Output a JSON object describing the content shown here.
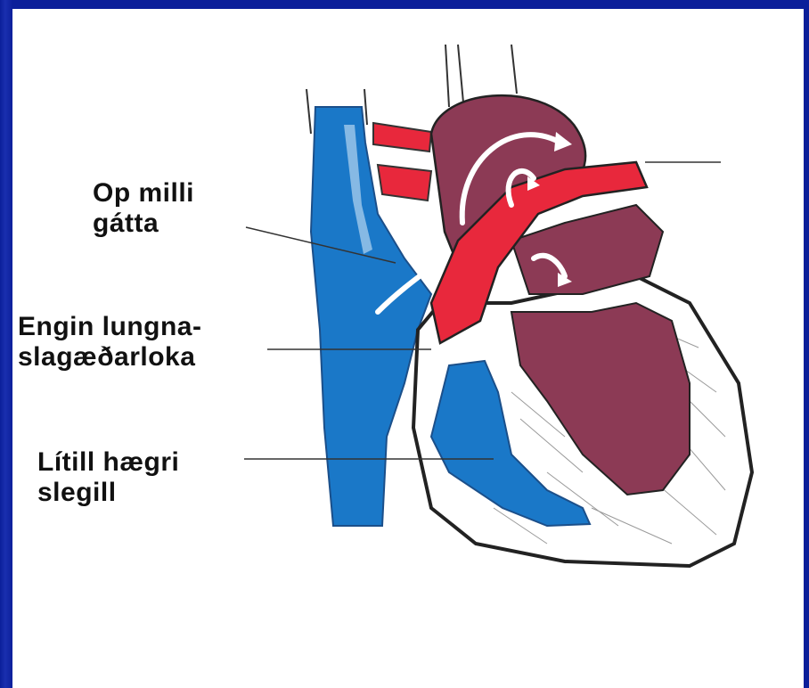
{
  "labels": {
    "atrial_opening": {
      "line1": "Op milli",
      "line2": "gátta"
    },
    "no_pulmonary_valve": {
      "line1": "Engin lungna-",
      "line2": "slagæðarloka"
    },
    "small_right_ventricle": {
      "line1": "Lítill hægri",
      "line2": "slegill"
    }
  },
  "colors": {
    "frame": "#0b1f9a",
    "venous_blue": "#1a78c8",
    "arterial_red": "#e8283c",
    "heart_maroon": "#8c3a55",
    "outline": "#222222"
  }
}
